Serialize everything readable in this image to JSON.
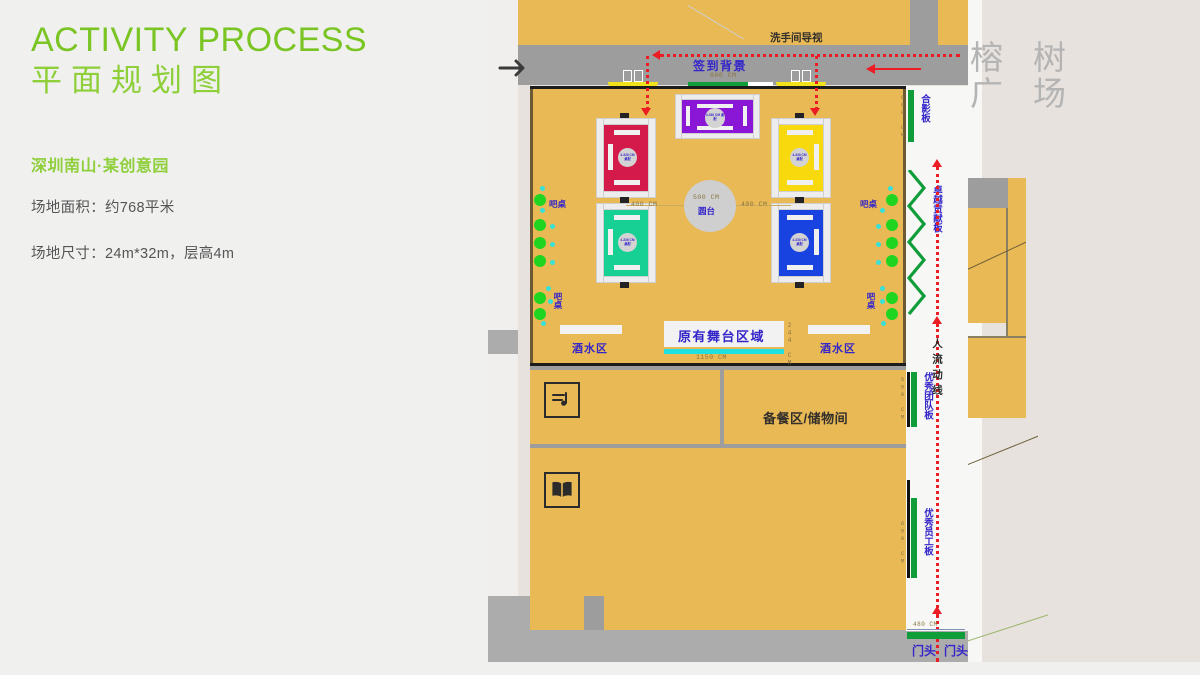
{
  "left_panel": {
    "title_en": "ACTIVITY PROCESS",
    "title_cn": "平面规划图",
    "venue_name": "深圳南山·某创意园",
    "spec_area": "场地面积：约768平米",
    "spec_size": "场地尺寸：24m*32m，层高4m",
    "accent_color": "#7ac523",
    "accent_color_2": "#8ecf3a"
  },
  "plan": {
    "watermark": [
      "榕",
      "广",
      "树",
      "场"
    ],
    "entry_arrow_icon": "arrow-right-icon",
    "labels": {
      "restroom_sign": "洗手间导视",
      "signin_backdrop": "签到背景",
      "signin_backdrop_dim": "600 CM",
      "photo_board": "合影板",
      "photo_board_dim": "600 CM",
      "contribution_board": "卓越贡献板",
      "team_board": "优秀团队板",
      "team_board_dim": "500 CM",
      "staff_board": "优秀员工板",
      "staff_board_dim": "600 CM",
      "flow_line": "人流动线",
      "gate_head": "门头",
      "gate_dim": "480 CM",
      "round_platform": "圆台",
      "round_platform_dim": "500 CM",
      "gap_left_dim": "400 CM",
      "gap_right_dim": "400 CM",
      "stage_area": "原有舞台区域",
      "stage_width_dim": "1150 CM",
      "stage_depth_dim": "244 CM",
      "drink_area_left": "酒水区",
      "drink_area_right": "酒水区",
      "prep_room": "备餐区/储物间",
      "bar_table": "吧桌",
      "table_disc_text": "4-330 CM 桌配"
    },
    "bar_tables": [
      {
        "side": "left",
        "label": "吧桌"
      },
      {
        "side": "left",
        "label": "吧桌"
      },
      {
        "side": "right",
        "label": "吧桌"
      },
      {
        "side": "right",
        "label": "吧桌"
      }
    ],
    "tables": [
      {
        "name": "table-purple",
        "color": "#8a16d6",
        "orientation": "horizontal"
      },
      {
        "name": "table-red",
        "color": "#d4194b",
        "orientation": "vertical"
      },
      {
        "name": "table-yellow",
        "color": "#f7d90d",
        "orientation": "vertical"
      },
      {
        "name": "table-green",
        "color": "#16d193",
        "orientation": "vertical"
      },
      {
        "name": "table-blue",
        "color": "#1943e0",
        "orientation": "vertical"
      }
    ],
    "icons": [
      {
        "name": "music-equalizer-icon",
        "meaning": "音响/设备间"
      },
      {
        "name": "open-book-icon",
        "meaning": "阅读/图书区"
      }
    ],
    "colors": {
      "floor": "#e8b954",
      "corridor": "#9d9d9d",
      "board_green": "#0f9d3a",
      "flow_red": "#ec1c24",
      "label_blue": "#3526c9",
      "bar_dot_green": "#20d520",
      "bar_dot_cyan": "#39e0d8",
      "paper": "#e7e2de"
    }
  }
}
